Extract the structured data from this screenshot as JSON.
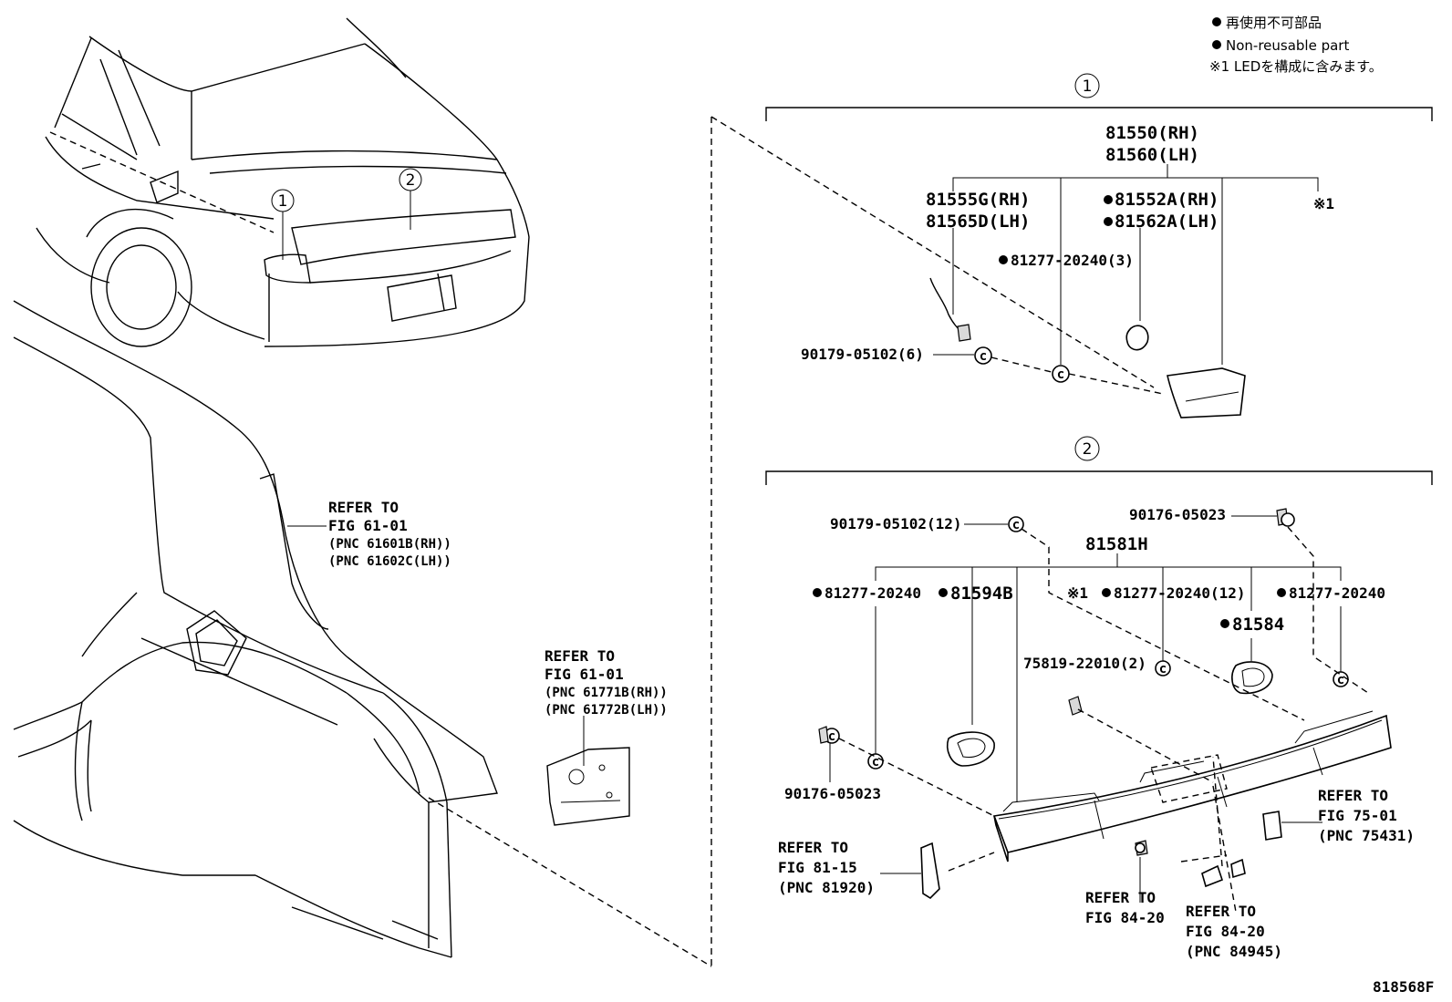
{
  "legend": {
    "non_reusable_jp": "再使用不可部品",
    "non_reusable_en": "Non-reusable part",
    "note1": "※1 LEDを構成に含みます。"
  },
  "callouts": {
    "one": "1",
    "two": "2"
  },
  "group1": {
    "assy_rh": "81550(RH)",
    "assy_lh": "81560(LH)",
    "socket_rh": "81555G(RH)",
    "socket_lh": "81565D(LH)",
    "gasket_rh": "81552A(RH)",
    "gasket_lh": "81562A(LH)",
    "mark1": "※1",
    "nut": "81277-20240(3)",
    "clip": "90179-05102(6)"
  },
  "group2": {
    "assy": "81581H",
    "clip12": "90179-05102(12)",
    "clip_top": "90176-05023",
    "nut_left": "81277-20240",
    "gasket_b": "81594B",
    "mark1": "※1",
    "nut12": "81277-20240(12)",
    "nut_right": "81277-20240",
    "gasket_84": "81584",
    "screw": "75819-22010(2)",
    "clip_bottom": "90176-05023"
  },
  "refs": {
    "refer_to": "REFER TO",
    "fig6101a": "FIG 61-01",
    "pnc61601b": "(PNC 61601B(RH))",
    "pnc61602c": "(PNC 61602C(LH))",
    "fig6101b": "FIG 61-01",
    "pnc61771b": "(PNC 61771B(RH))",
    "pnc61772b": "(PNC 61772B(LH))",
    "fig8115": "FIG 81-15",
    "pnc81920": "(PNC 81920)",
    "fig8420a": "FIG 84-20",
    "fig8420b": "FIG 84-20",
    "pnc84945": "(PNC 84945)",
    "fig7501": "FIG 75-01",
    "pnc75431": "(PNC 75431)"
  },
  "diagram_id": "818568F"
}
